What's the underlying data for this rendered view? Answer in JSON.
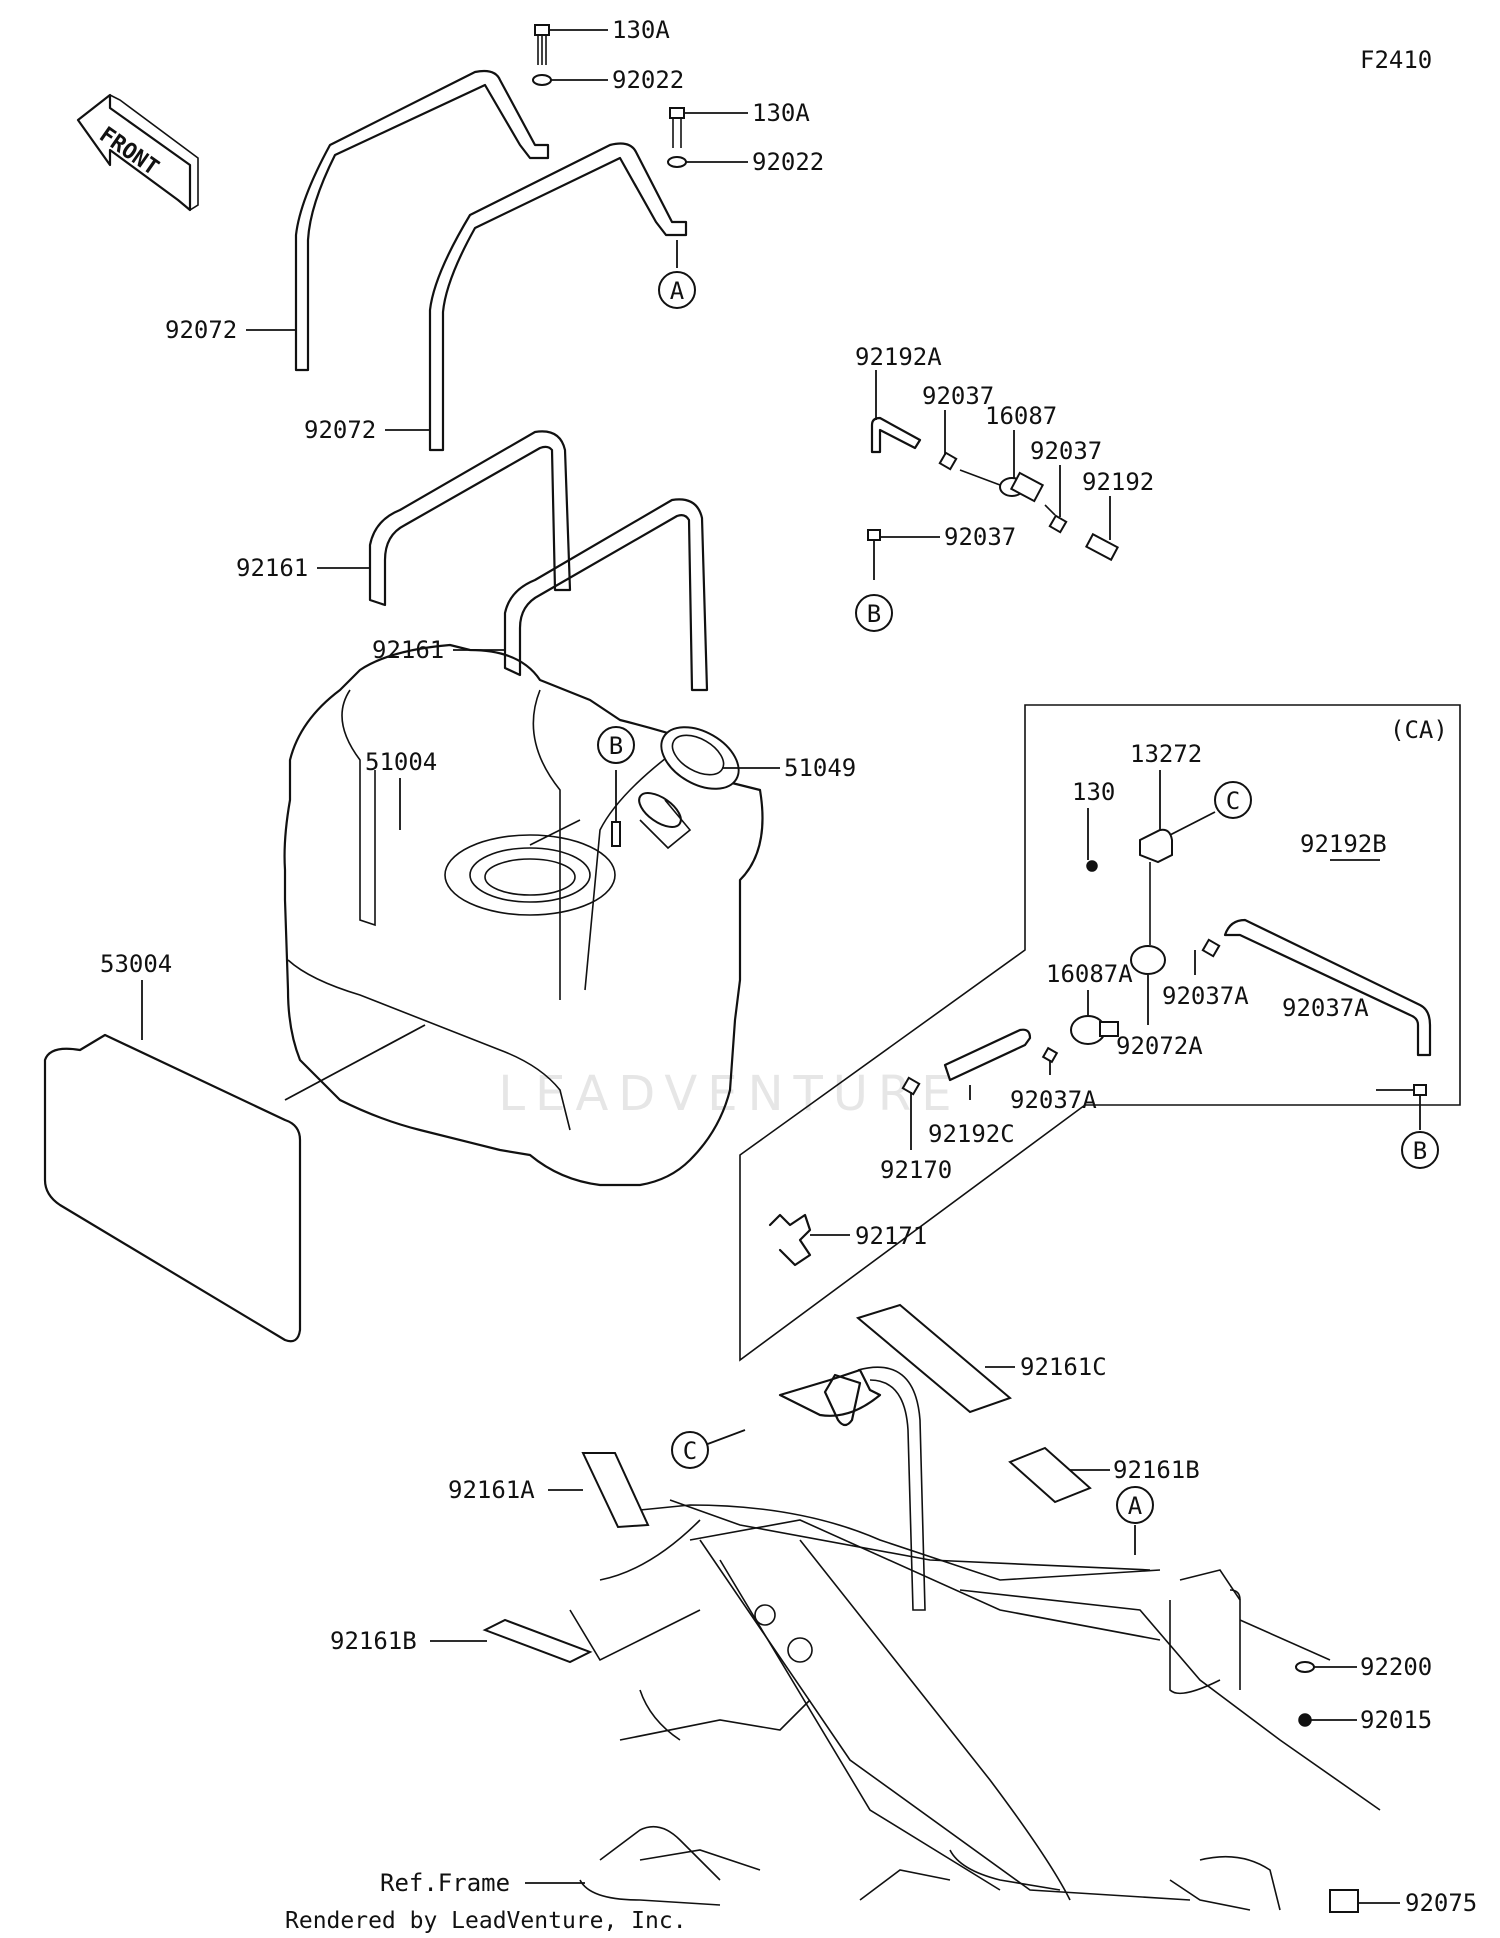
{
  "figure_code": "F2410",
  "front_label": "FRONT",
  "variant_box_label": "(CA)",
  "footer": "Rendered by LeadVenture, Inc.",
  "watermark": "LEADVENTURE",
  "callouts": {
    "a": "A",
    "b": "B",
    "c": "C"
  },
  "parts": {
    "p130A_1": "130A",
    "p92022_1": "92022",
    "p130A_2": "130A",
    "p92022_2": "92022",
    "p92072_1": "92072",
    "p92072_2": "92072",
    "p92161_1": "92161",
    "p92161_2": "92161",
    "p92192A": "92192A",
    "p92037_1": "92037",
    "p16087": "16087",
    "p92037_2": "92037",
    "p92192": "92192",
    "p92037_3": "92037",
    "p51004": "51004",
    "p51049": "51049",
    "p53004": "53004",
    "p13272": "13272",
    "p130": "130",
    "p92192B": "92192B",
    "p16087A": "16087A",
    "p92037A_1": "92037A",
    "p92037A_2": "92037A",
    "p92072A": "92072A",
    "p92037A_3": "92037A",
    "p92192C": "92192C",
    "p92170": "92170",
    "p92171": "92171",
    "p92161C": "92161C",
    "p92161B_1": "92161B",
    "p92161A": "92161A",
    "p92161B_2": "92161B",
    "p92200": "92200",
    "p92015": "92015",
    "p92075": "92075",
    "ref_frame": "Ref.Frame"
  }
}
